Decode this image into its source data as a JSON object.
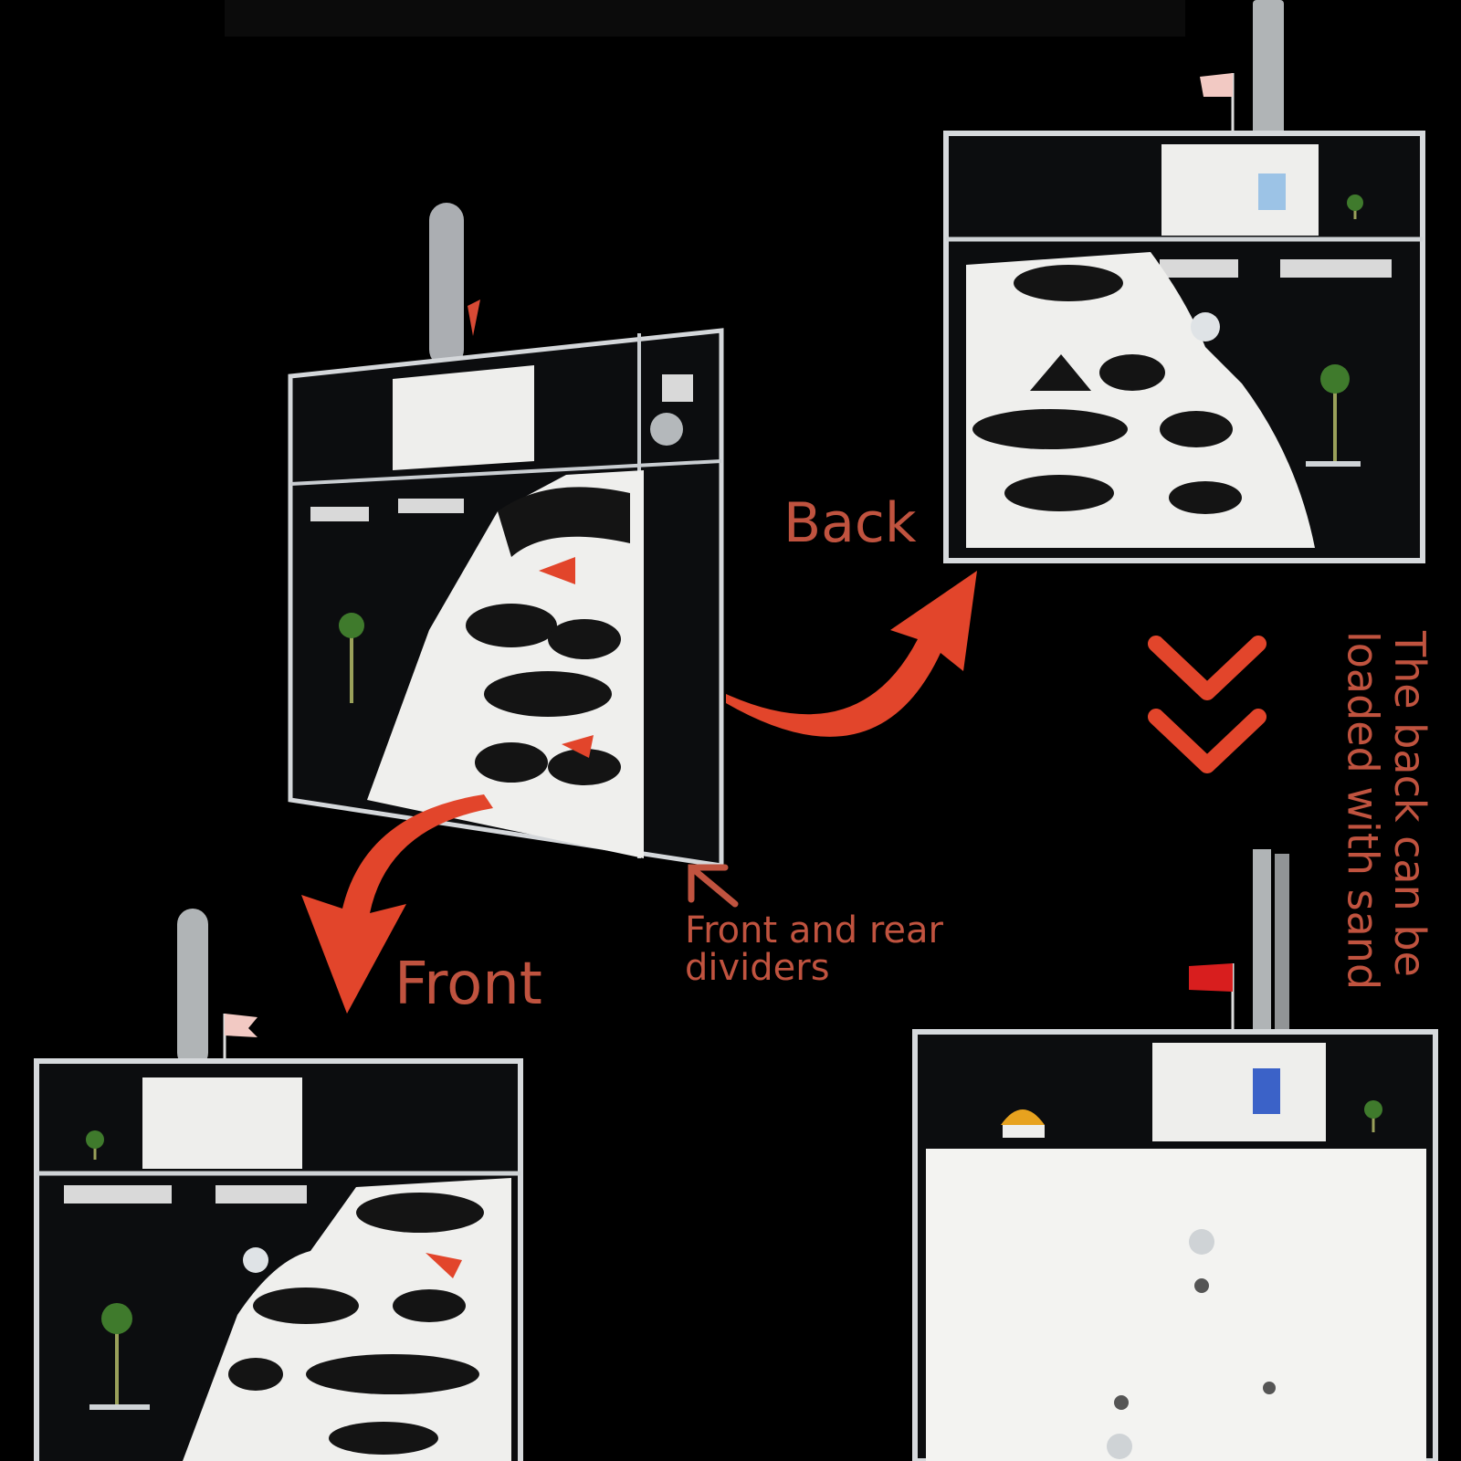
{
  "labels": {
    "back": "Back",
    "front": "Front",
    "dividers_line1": "Front and rear",
    "dividers_line2": "dividers",
    "sand_line1": "The back can be",
    "sand_line2": "loaded with sand"
  },
  "colors": {
    "background": "#000000",
    "accent": "#e2452b",
    "caption_text": "#c0533f",
    "white_insert": "#f1f1ef",
    "acrylic_edge": "#d6d9dc"
  },
  "icons": [
    "curved-arrow-icon",
    "double-chevron-down-icon",
    "diagonal-arrow-icon"
  ]
}
